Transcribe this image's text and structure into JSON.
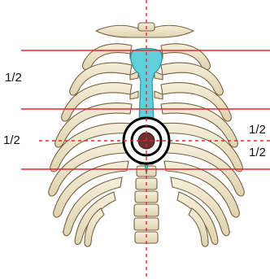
{
  "labels": {
    "upper_left": "1/2",
    "middle_left": "1/2",
    "right_upper": "1/2",
    "right_lower": "1/2"
  },
  "colors": {
    "bone_fill": "#efe7cf",
    "bone_stroke": "#77613f",
    "sternum": "#5fd0dc",
    "sternum_stroke": "#2e8f9a",
    "guide_line": "#e5262f",
    "target_ring": "#000000",
    "target_center": "#6b3030"
  },
  "icons": {
    "rib_cage": "rib-cage-illustration",
    "target": "target-marker-icon"
  }
}
